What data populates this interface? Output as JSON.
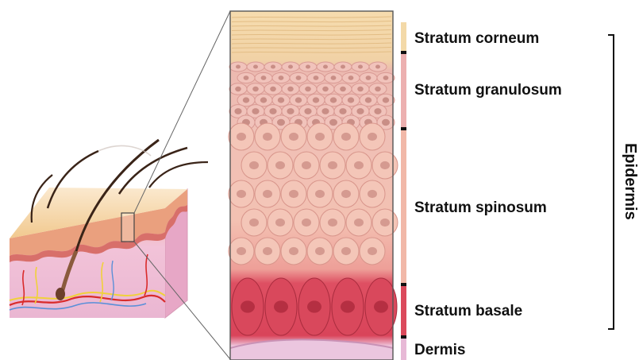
{
  "labels": {
    "stratum_corneum": "Stratum corneum",
    "stratum_granulosum": "Stratum granulosum",
    "stratum_spinosum": "Stratum spinosum",
    "stratum_basale": "Stratum basale",
    "dermis": "Dermis",
    "epidermis": "Epidermis"
  },
  "colors": {
    "corneum": "#f3d9a8",
    "granulosum": "#ecb8b2",
    "spinosum": "#f2bcae",
    "basale": "#d9445a",
    "dermis": "#eac2dc",
    "bracket": "#111111"
  }
}
